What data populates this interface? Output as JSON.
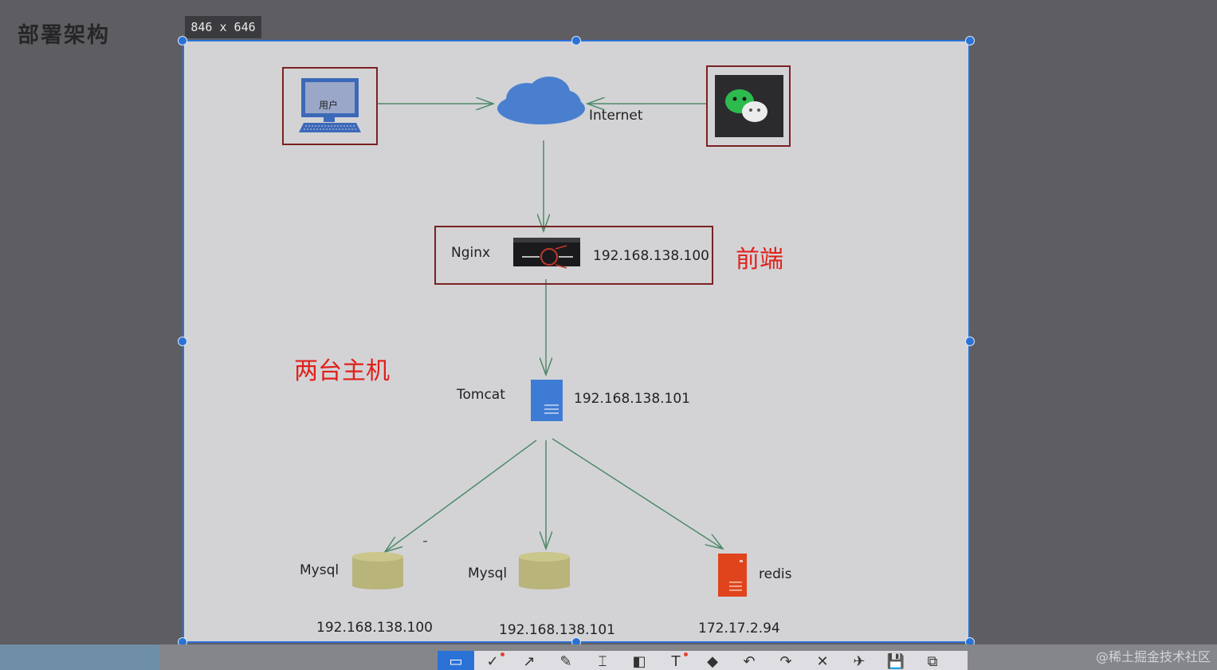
{
  "page": {
    "title": "部署架构",
    "size_badge": "846 x 646"
  },
  "diagram": {
    "user_label": "用户",
    "internet_label": "Internet",
    "nginx": {
      "name": "Nginx",
      "ip": "192.168.138.100"
    },
    "frontend_note": "前端",
    "hosts_note": "两台主机",
    "tomcat": {
      "name": "Tomcat",
      "ip": "192.168.138.101"
    },
    "mysql_1": {
      "name": "Mysql",
      "ip": "192.168.138.100"
    },
    "mysql_2": {
      "name": "Mysql",
      "ip": "192.168.138.101"
    },
    "redis": {
      "name": "redis",
      "ip": "172.17.2.94"
    }
  },
  "colors": {
    "accent": "#2a72d6",
    "annotation": "#e0201a",
    "edge": "#4e8a68",
    "frame": "#7a2222",
    "cloud": "#4a7fcf",
    "database": "#b8b47a",
    "redis": "#e0441c"
  },
  "toolbar": {
    "tools": [
      {
        "icon": "rectangle-select-icon",
        "glyph": "▭"
      },
      {
        "icon": "check-icon",
        "glyph": "✓"
      },
      {
        "icon": "arrow-icon",
        "glyph": "↗"
      },
      {
        "icon": "pen-icon",
        "glyph": "✎"
      },
      {
        "icon": "marker-icon",
        "glyph": "⌶"
      },
      {
        "icon": "mosaic-icon",
        "glyph": "◧"
      },
      {
        "icon": "text-icon",
        "glyph": "T"
      },
      {
        "icon": "eraser-icon",
        "glyph": "◆"
      },
      {
        "icon": "undo-icon",
        "glyph": "↶"
      },
      {
        "icon": "redo-icon",
        "glyph": "↷"
      },
      {
        "icon": "close-icon",
        "glyph": "✕"
      },
      {
        "icon": "pin-icon",
        "glyph": "✈"
      },
      {
        "icon": "save-icon",
        "glyph": "💾"
      },
      {
        "icon": "copy-icon",
        "glyph": "⧉"
      }
    ]
  },
  "watermark": "@稀土掘金技术社区"
}
